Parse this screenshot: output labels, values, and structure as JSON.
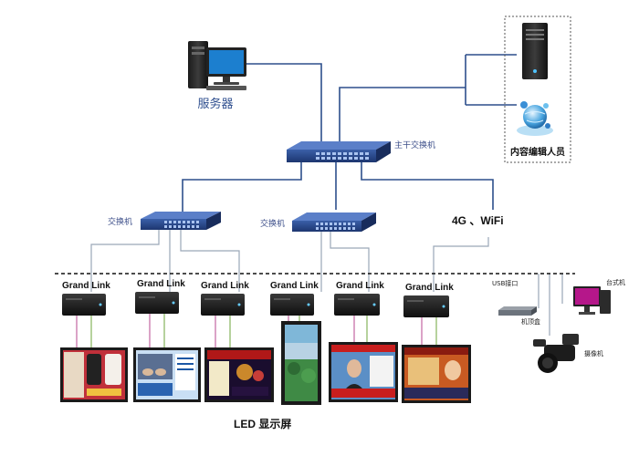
{
  "labels": {
    "server": "服务器",
    "core_switch": "主干交换机",
    "content_editor": "内容编辑人员",
    "switch_left": "交换机",
    "switch_right": "交换机",
    "wireless": "4G 、WiFi",
    "usb_port": "USB接口",
    "set_top_box": "机顶盒",
    "desktop": "台式机",
    "camera": "摄像机",
    "footer": "LED   显示屏"
  },
  "players": [
    "Grand Link",
    "Grand Link",
    "Grand Link",
    "Grand Link",
    "Grand Link",
    "Grand Link"
  ],
  "screens": [
    {
      "content": "product-ad"
    },
    {
      "content": "meeting"
    },
    {
      "content": "fireworks"
    },
    {
      "content": "outdoor-scene"
    },
    {
      "content": "news-anchor"
    },
    {
      "content": "tv-program"
    }
  ]
}
